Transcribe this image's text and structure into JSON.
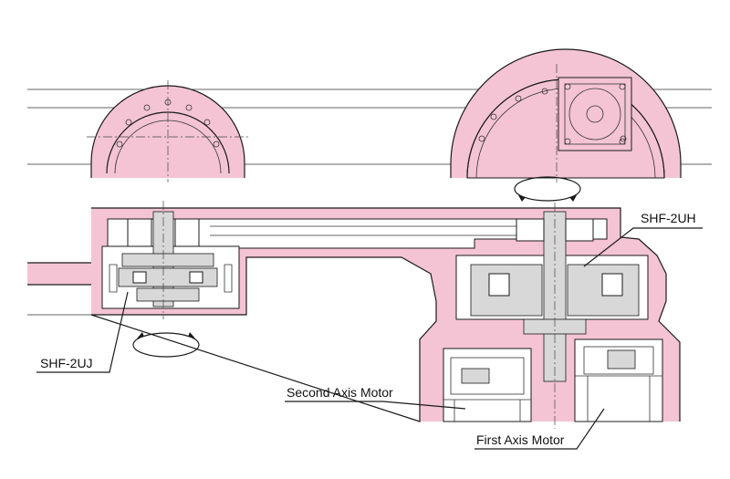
{
  "labels": {
    "shf_2uh": "SHF-2UH",
    "shf_2uj": "SHF-2UJ",
    "second_axis_motor": "Second Axis Motor",
    "first_axis_motor": "First Axis Motor"
  },
  "colors": {
    "housing": "#f4c4d4",
    "line": "#1a1a1a"
  }
}
